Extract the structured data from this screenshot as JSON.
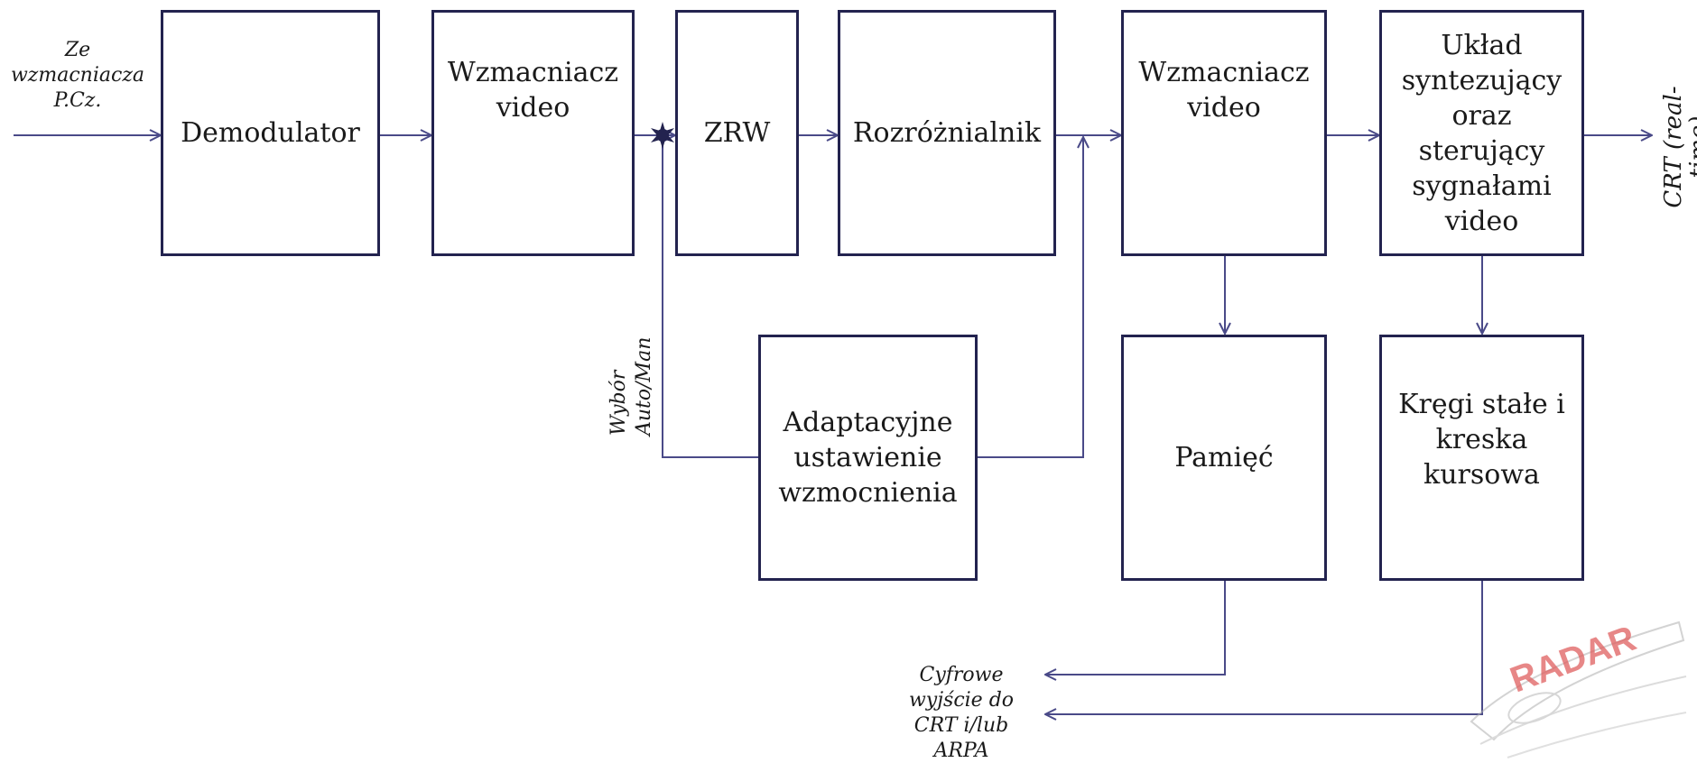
{
  "blocks": {
    "demodulator": "Demodulator",
    "video_amp_1": "Wzmacniacz\nvideo",
    "zrw": "ZRW",
    "discriminator": "Rozróżnialnik",
    "video_amp_2": "Wzmacniacz\nvideo",
    "synth": "Układ\nsyntezujący\noraz\nsterujący\nsygnałami\nvideo",
    "adaptive_gain": "Adaptacyjne\nustawienie\nwzmocnienia",
    "memory": "Pamięć",
    "rings": "Kręgi stałe i\nkreska\nkursowa"
  },
  "labels": {
    "input": "Ze\nwzmacniacza\nP.Cz.",
    "selector": "Wybór\nAuto/Man",
    "digital_out": "Cyfrowe\nwyjście do\nCRT i/lub\nARPA",
    "crt_out": "CRT (real-time)"
  },
  "watermark": {
    "text": "RADAR",
    "color": "#e06060"
  },
  "colors": {
    "box_border": "#23234f",
    "line": "#4a4a88",
    "text": "#1a1a1a"
  }
}
